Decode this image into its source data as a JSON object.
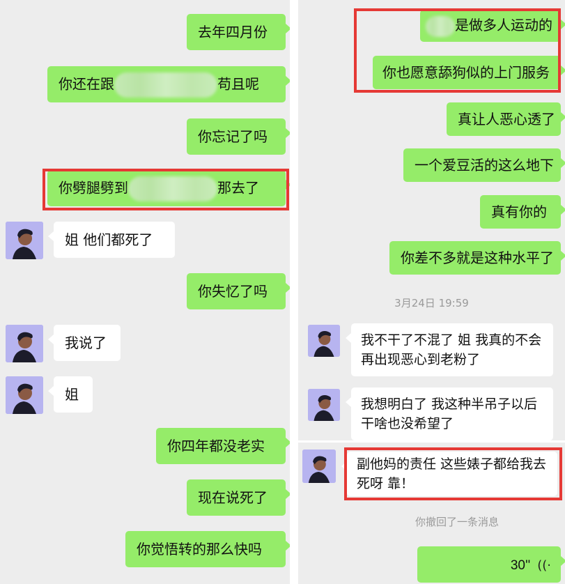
{
  "left": {
    "messages": [
      {
        "text": "去年四月份"
      },
      {
        "text_before": "你还在跟",
        "text_after": "苟且呢"
      },
      {
        "text": "你忘记了吗"
      },
      {
        "text_before": "你劈腿劈到",
        "text_after": "那去了"
      },
      {
        "text": "姐 他们都死了"
      },
      {
        "text": "你失忆了吗"
      },
      {
        "text": "我说了"
      },
      {
        "text": "姐"
      },
      {
        "text": "你四年都没老实"
      },
      {
        "text": "现在说死了"
      },
      {
        "text": "你觉悟转的那么快吗"
      }
    ]
  },
  "right": {
    "messages": [
      {
        "text": "是做多人运动的"
      },
      {
        "text": "你也愿意舔狗似的上门服务"
      },
      {
        "text": "真让人恶心透了"
      },
      {
        "text": "一个爱豆活的这么地下"
      },
      {
        "text": "真有你的"
      },
      {
        "text": "你差不多就是这种水平了"
      },
      {
        "text": "我不干了不混了 姐 我真的不会再出现恶心到老粉了"
      },
      {
        "text": "我想明白了 我这种半吊子以后干啥也没希望了"
      },
      {
        "text": "副他妈的责任  这些婊子都给我去死呀 靠！"
      }
    ],
    "timestamp": "3月24日 19:59",
    "recall_notice": "你撤回了一条消息",
    "voice": {
      "duration": "30''",
      "icon": "voice-wave-icon"
    }
  },
  "colors": {
    "outgoing_bubble": "#95ec69",
    "incoming_bubble": "#ffffff",
    "chat_background": "#ededed",
    "highlight_box": "#e53935"
  }
}
